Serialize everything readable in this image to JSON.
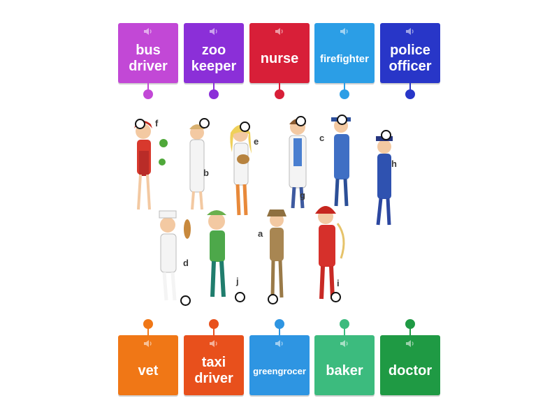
{
  "top_tiles": [
    {
      "label": "bus driver",
      "color": "#c248d6"
    },
    {
      "label": "zoo keeper",
      "color": "#8b2fd8"
    },
    {
      "label": "nurse",
      "color": "#d81f38"
    },
    {
      "label": "firefighter",
      "color": "#2b9ee6"
    },
    {
      "label": "police officer",
      "color": "#2836c8"
    }
  ],
  "bottom_tiles": [
    {
      "label": "vet",
      "color": "#f07716"
    },
    {
      "label": "taxi driver",
      "color": "#e8501c"
    },
    {
      "label": "greengrocer",
      "color": "#2e95e2"
    },
    {
      "label": "baker",
      "color": "#3cbb7e"
    },
    {
      "label": "doctor",
      "color": "#1f9a44"
    }
  ],
  "figure_letters": [
    "f",
    "b",
    "e",
    "c",
    "h",
    "g",
    "a",
    "d",
    "j",
    "i"
  ],
  "icons": {
    "tile_audio": "speaker-icon",
    "target": "drop-target-pin"
  }
}
